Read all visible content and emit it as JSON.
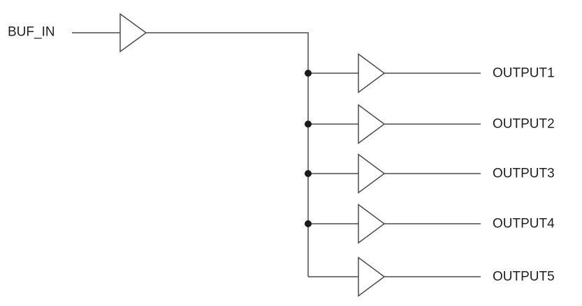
{
  "diagram": {
    "type": "schematic-buffer-fanout",
    "input": {
      "label": "BUF_IN"
    },
    "input_buffer": {
      "name": "input-buffer"
    },
    "outputs": [
      {
        "label": "OUTPUT1"
      },
      {
        "label": "OUTPUT2"
      },
      {
        "label": "OUTPUT3"
      },
      {
        "label": "OUTPUT4"
      },
      {
        "label": "OUTPUT5"
      }
    ],
    "junction_count": 4,
    "colors": {
      "wire": "#4c4c4e",
      "junction": "#1a1a1a",
      "text": "#231f20",
      "background": "#ffffff"
    }
  }
}
